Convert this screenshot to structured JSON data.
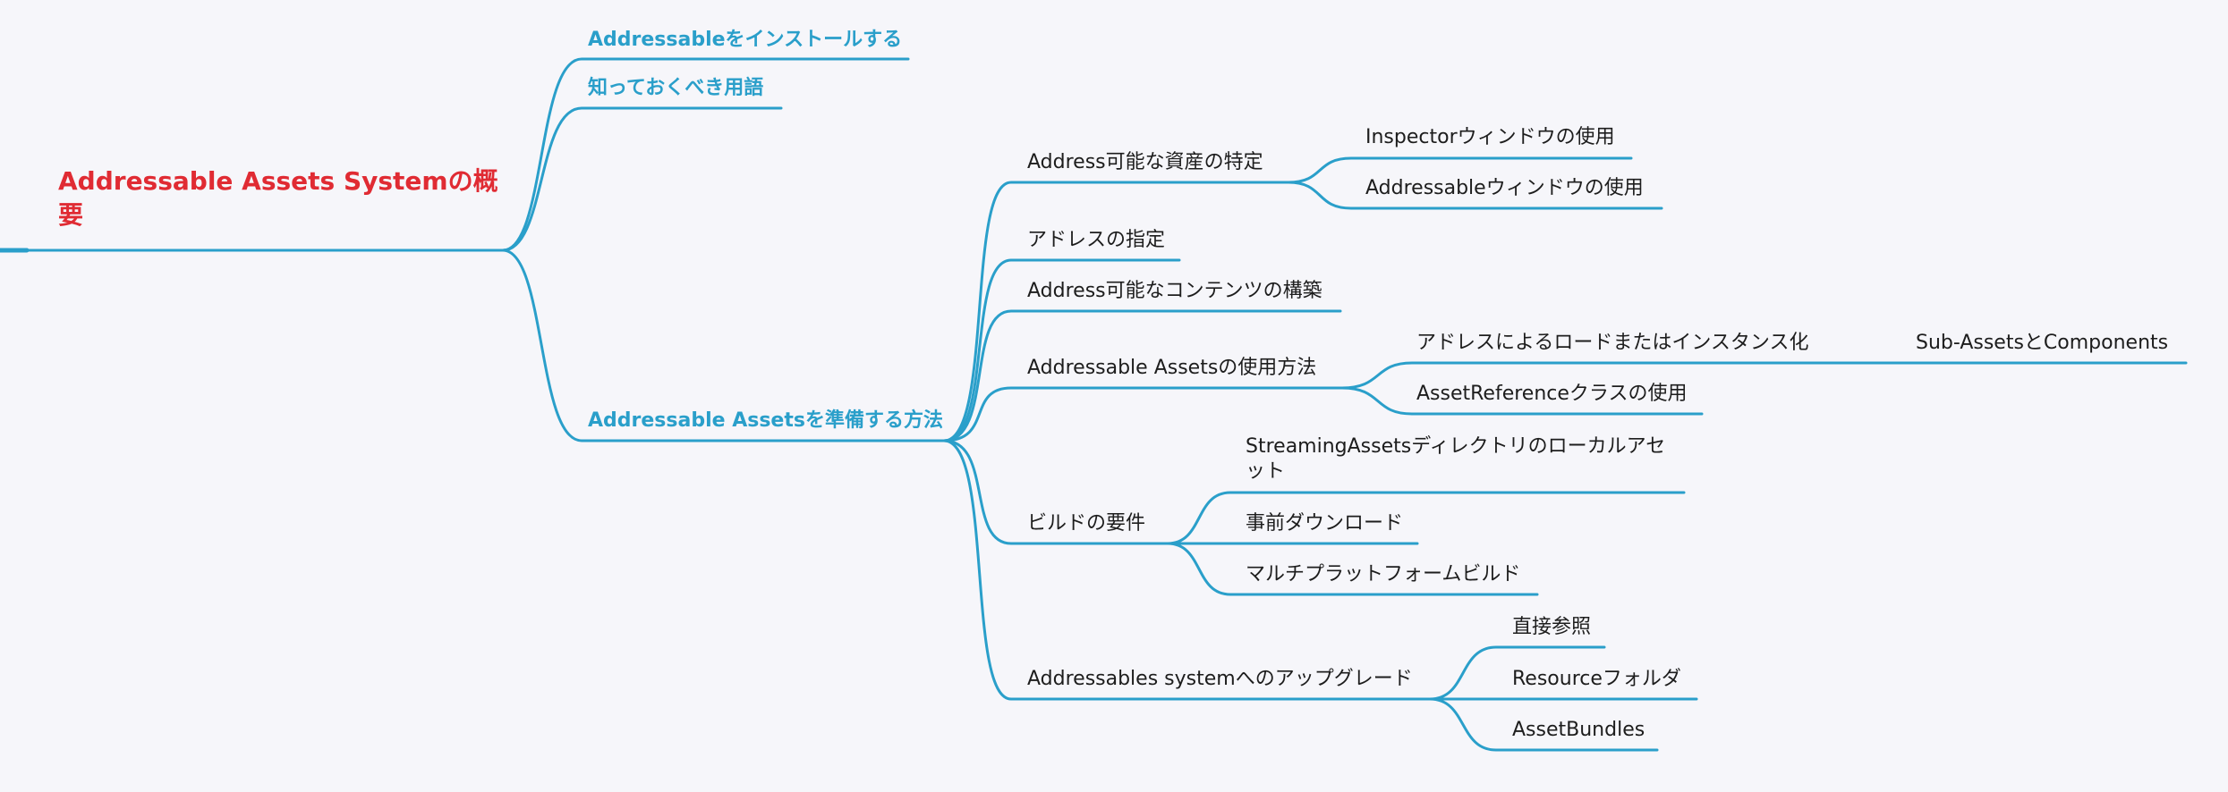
{
  "colors": {
    "line": "#2a9fca",
    "root_text": "#e02b33",
    "level1_text": "#2a9fca",
    "text": "#1d1d1d",
    "background": "#f6f6fa"
  },
  "root": {
    "label": "Addressable Assets Systemの概要"
  },
  "branches": {
    "install": {
      "label": "Addressableをインストールする"
    },
    "terms": {
      "label": "知っておくべき用語"
    },
    "prepare": {
      "label": "Addressable Assetsを準備する方法",
      "identify": {
        "label": "Address可能な資産の特定",
        "inspector": "Inspectorウィンドウの使用",
        "addressable_window": "Addressableウィンドウの使用"
      },
      "address": {
        "label": "アドレスの指定"
      },
      "content": {
        "label": "Address可能なコンテンツの構築"
      },
      "usage": {
        "label": "Addressable Assetsの使用方法",
        "load": "アドレスによるロードまたはインスタンス化",
        "subassets": "Sub-AssetsとComponents",
        "assetref": "AssetReferenceクラスの使用"
      },
      "build": {
        "label": "ビルドの要件",
        "streaming": "StreamingAssetsディレクトリのローカルアセット",
        "predownload": "事前ダウンロード",
        "multiplatform": "マルチプラットフォームビルド"
      },
      "upgrade": {
        "label": "Addressables systemへのアップグレード",
        "direct": "直接参照",
        "resource": "Resourceフォルダ",
        "bundles": "AssetBundles"
      }
    }
  }
}
